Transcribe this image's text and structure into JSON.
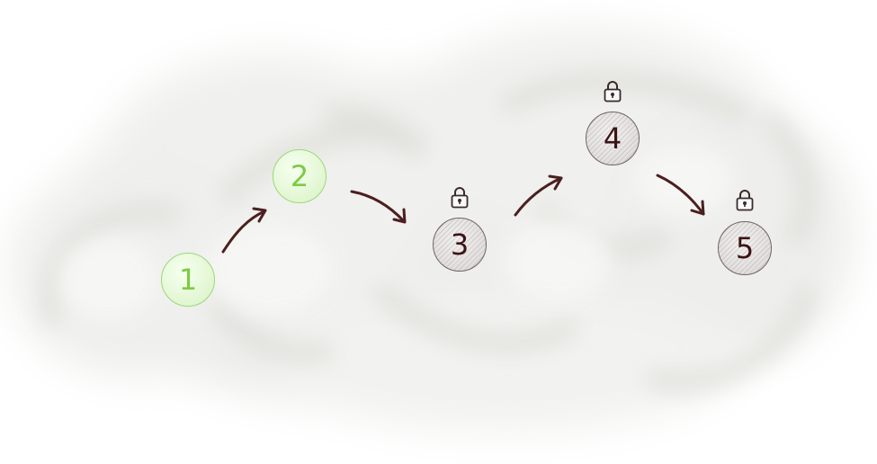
{
  "levels": [
    {
      "number": "1",
      "state": "unlocked",
      "icon": null
    },
    {
      "number": "2",
      "state": "unlocked",
      "icon": null
    },
    {
      "number": "3",
      "state": "locked",
      "icon": "lock-icon"
    },
    {
      "number": "4",
      "state": "locked",
      "icon": "lock-icon"
    },
    {
      "number": "5",
      "state": "locked",
      "icon": "lock-icon"
    }
  ],
  "colors": {
    "unlocked_text": "#7ccb43",
    "unlocked_border": "#9bd97a",
    "locked_text": "#3a1414",
    "locked_border": "#6f6464",
    "arrow": "#4a1f1f"
  }
}
